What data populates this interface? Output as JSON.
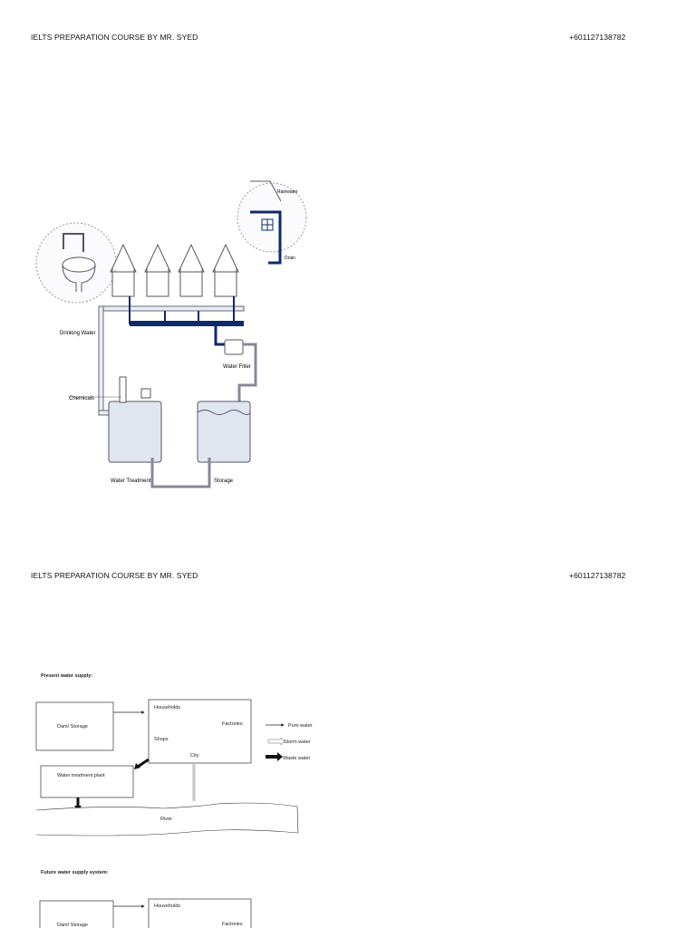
{
  "pages": [
    {
      "header": {
        "title": "IELTS PREPARATION COURSE BY MR. SYED",
        "phone": "+601127138782"
      }
    },
    {
      "header": {
        "title": "IELTS PREPARATION COURSE BY MR. SYED",
        "phone": "+601127138782"
      }
    }
  ],
  "diagram1": {
    "labels": {
      "drinking_water": "Drinking Water",
      "water_filter": "Water Filter",
      "chemicals": "Chemicals",
      "water_treatment": "Water Treatment",
      "storage": "Storage",
      "rainwater": "Rainwater",
      "drain": "Drain"
    },
    "colors": {
      "clean_pipe": "#e8eef5",
      "dark_pipe": "#0d2a6b",
      "tank_fill": "#dfe6f0"
    }
  },
  "diagram2": {
    "present_title": "Present water supply:",
    "dam": "Dam/ Storage",
    "households": "Households",
    "factories": "Factories",
    "shops": "Shops",
    "city": "City",
    "treatment_plant": "Water treatment plant",
    "river": "River",
    "legend": {
      "pure": "Pure water",
      "storm": "Storm water",
      "waste": "Waste water"
    },
    "future_title": "Future water supply system:",
    "future_dam": "Dam/ Storage",
    "future_households": "Households",
    "future_factories": "Factories"
  }
}
